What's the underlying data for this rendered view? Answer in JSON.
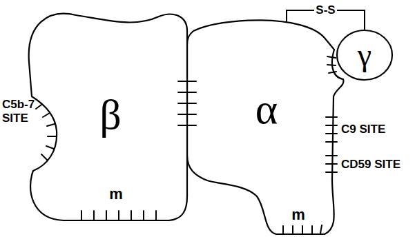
{
  "diagram": {
    "nodes": [
      {
        "text": [
          "β",
          "m"
        ]
      },
      {
        "text": [
          "α",
          "m"
        ]
      },
      {
        "text": [
          "γ"
        ]
      }
    ],
    "edges": [
      {
        "from": 1,
        "to": 2,
        "arrow": "none",
        "label": "S-S"
      }
    ],
    "labels": [
      "C5b-7 SITE",
      "C9 SITE",
      "CD59 SITE"
    ]
  }
}
